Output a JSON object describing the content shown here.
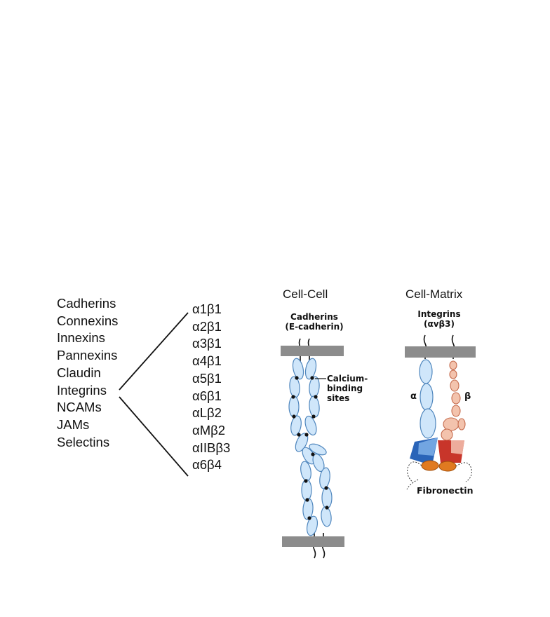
{
  "molecule_families": [
    "Cadherins",
    "Connexins",
    "Innexins",
    "Pannexins",
    "Claudin",
    "Integrins",
    "NCAMs",
    "JAMs",
    "Selectins"
  ],
  "integrin_subtypes": [
    "α1β1",
    "α2β1",
    "α3β1",
    "α4β1",
    "α5β1",
    "α6β1",
    "αLβ2",
    "αMβ2",
    "αIIBβ3",
    "α6β4"
  ],
  "cell_cell": {
    "heading": "Cell-Cell",
    "protein_line1": "Cadherins",
    "protein_line2": "(E-cadherin)",
    "callout_line1": "Calcium-",
    "callout_line2": "binding",
    "callout_line3": "sites"
  },
  "cell_matrix": {
    "heading": "Cell-Matrix",
    "protein_line1": "Integrins",
    "protein_line2": "(αvβ3)",
    "alpha_label": "α",
    "beta_label": "β",
    "ligand_label": "Fibronectin"
  },
  "colors": {
    "membrane": "#8c8c8c",
    "domain_fill": "#cfe6fa",
    "domain_stroke": "#4f86bd",
    "alpha_blue": "#2a64b8",
    "beta_fill": "#f3c3ad",
    "beta_red": "#c8352a",
    "ligand_orange": "#e07a20"
  }
}
